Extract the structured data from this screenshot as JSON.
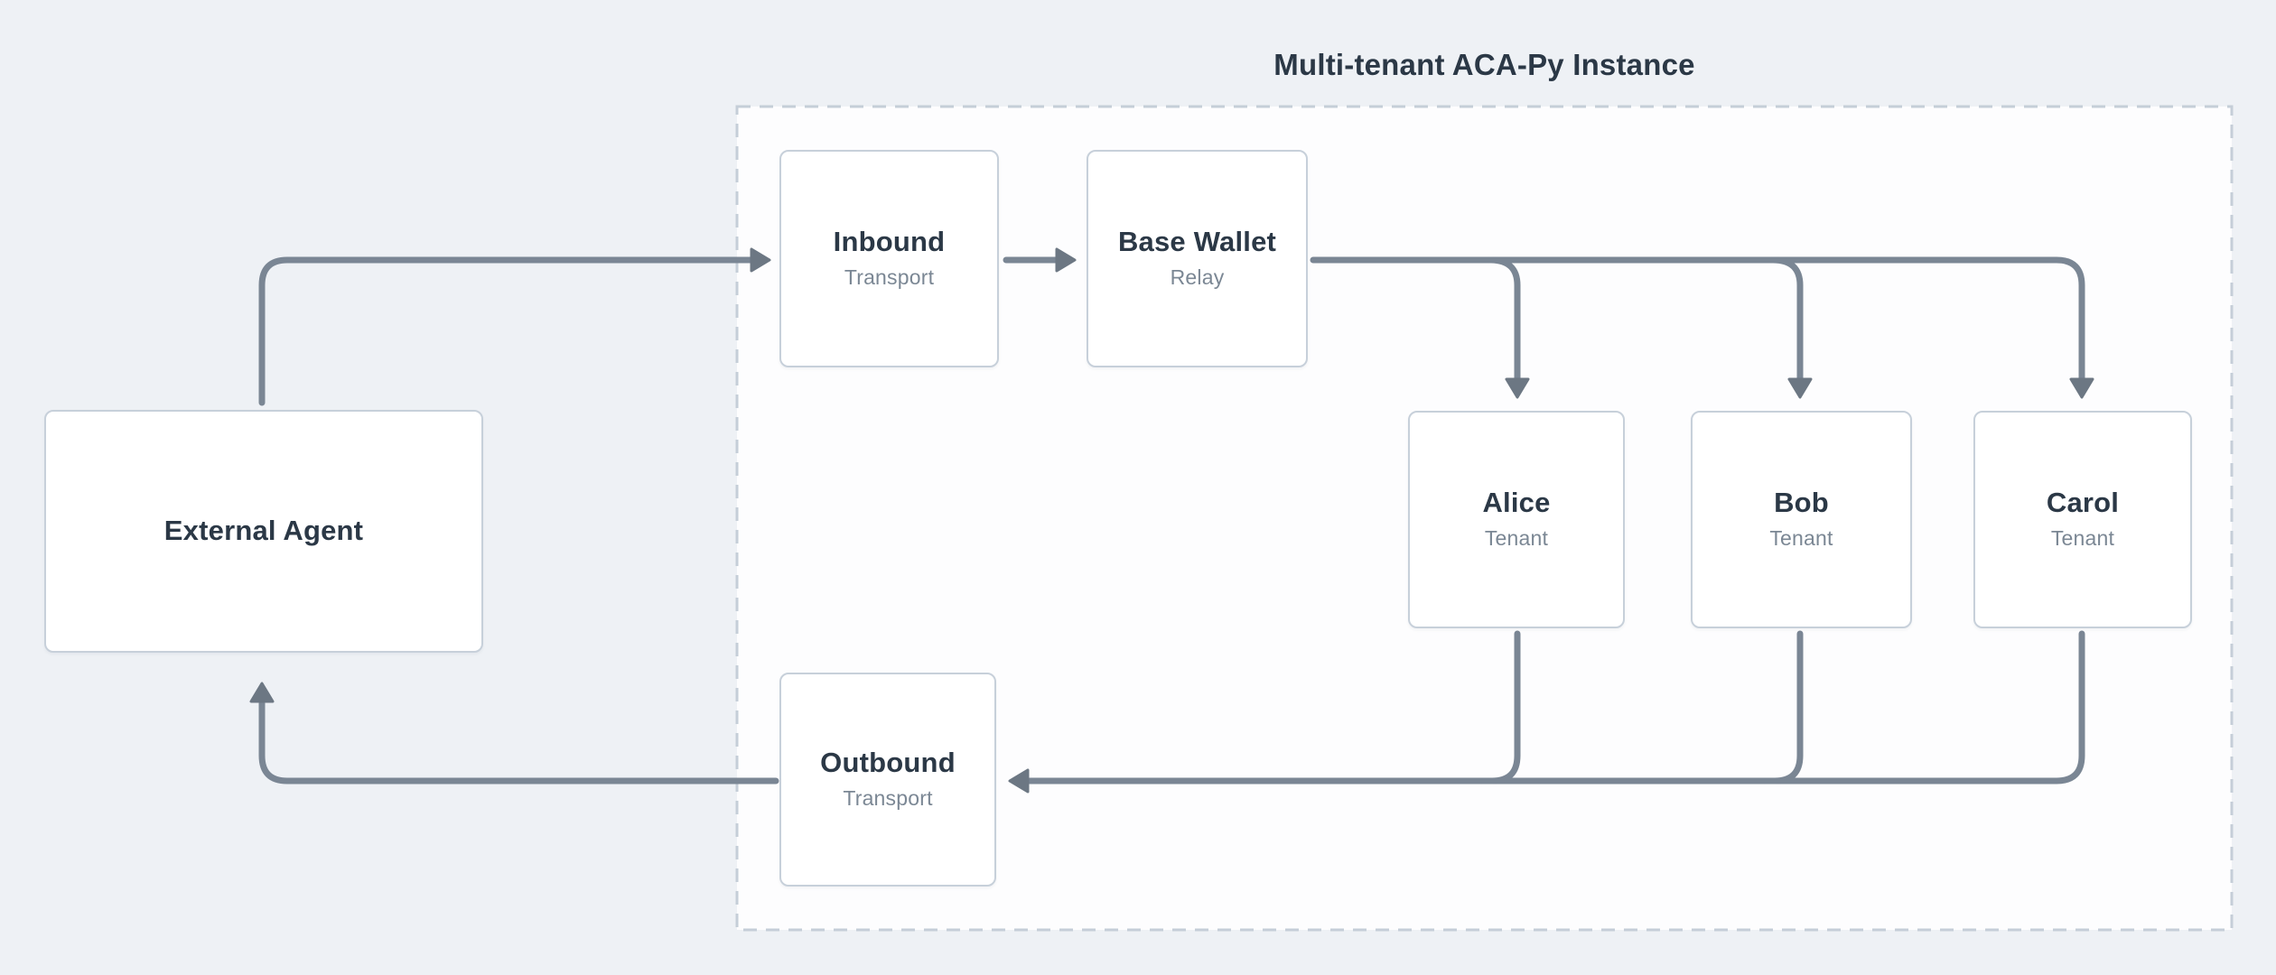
{
  "diagram": {
    "title": "Multi-tenant ACA-Py Instance",
    "nodes": {
      "external": {
        "label": "External Agent"
      },
      "inbound": {
        "label": "Inbound",
        "sublabel": "Transport"
      },
      "basewallet": {
        "label": "Base Wallet",
        "sublabel": "Relay"
      },
      "alice": {
        "label": "Alice",
        "sublabel": "Tenant"
      },
      "bob": {
        "label": "Bob",
        "sublabel": "Tenant"
      },
      "carol": {
        "label": "Carol",
        "sublabel": "Tenant"
      },
      "outbound": {
        "label": "Outbound",
        "sublabel": "Transport"
      }
    },
    "edges": [
      {
        "from": "external",
        "to": "inbound"
      },
      {
        "from": "inbound",
        "to": "basewallet"
      },
      {
        "from": "basewallet",
        "to": "alice"
      },
      {
        "from": "basewallet",
        "to": "bob"
      },
      {
        "from": "basewallet",
        "to": "carol"
      },
      {
        "from": "alice",
        "to": "outbound"
      },
      {
        "from": "bob",
        "to": "outbound"
      },
      {
        "from": "carol",
        "to": "outbound"
      },
      {
        "from": "outbound",
        "to": "external"
      }
    ],
    "colors": {
      "background": "#EEF1F5",
      "container_fill": "#FDFDFE",
      "container_border": "#C5CED8",
      "box_fill": "#FFFFFF",
      "box_border": "#C7D0DA",
      "line": "#7A8694",
      "arrowhead": "#6C7783",
      "title_text": "#2B3846",
      "subtitle_text": "#7B8794"
    }
  }
}
